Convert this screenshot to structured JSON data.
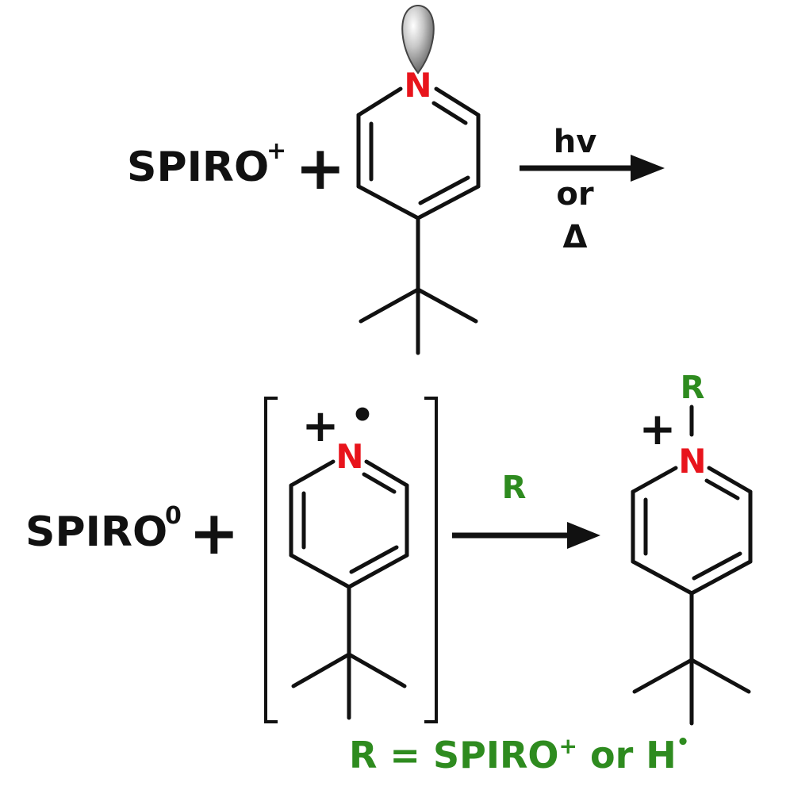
{
  "colors": {
    "text": "#111111",
    "nitrogen": "#e8141c",
    "green": "#2e8b1f",
    "orbital": "#9a9a9a"
  },
  "reaction1": {
    "reactant": "SPIRO",
    "reactant_charge": "+",
    "plus": "+",
    "atom_N": "N",
    "condition_light": "hv",
    "condition_or": "or",
    "condition_heat": "Δ"
  },
  "reaction2": {
    "reactant": "SPIRO",
    "reactant_charge": "0",
    "plus": "+",
    "intermediate_charge": "+",
    "intermediate_radical": "•",
    "atom_N": "N",
    "reagent": "R",
    "product_charge": "+",
    "product_substituent": "R",
    "product_atom_N": "N"
  },
  "footnote": {
    "text": "R = SPIRO",
    "charge": "+",
    "or": " or H",
    "radical": "•"
  }
}
